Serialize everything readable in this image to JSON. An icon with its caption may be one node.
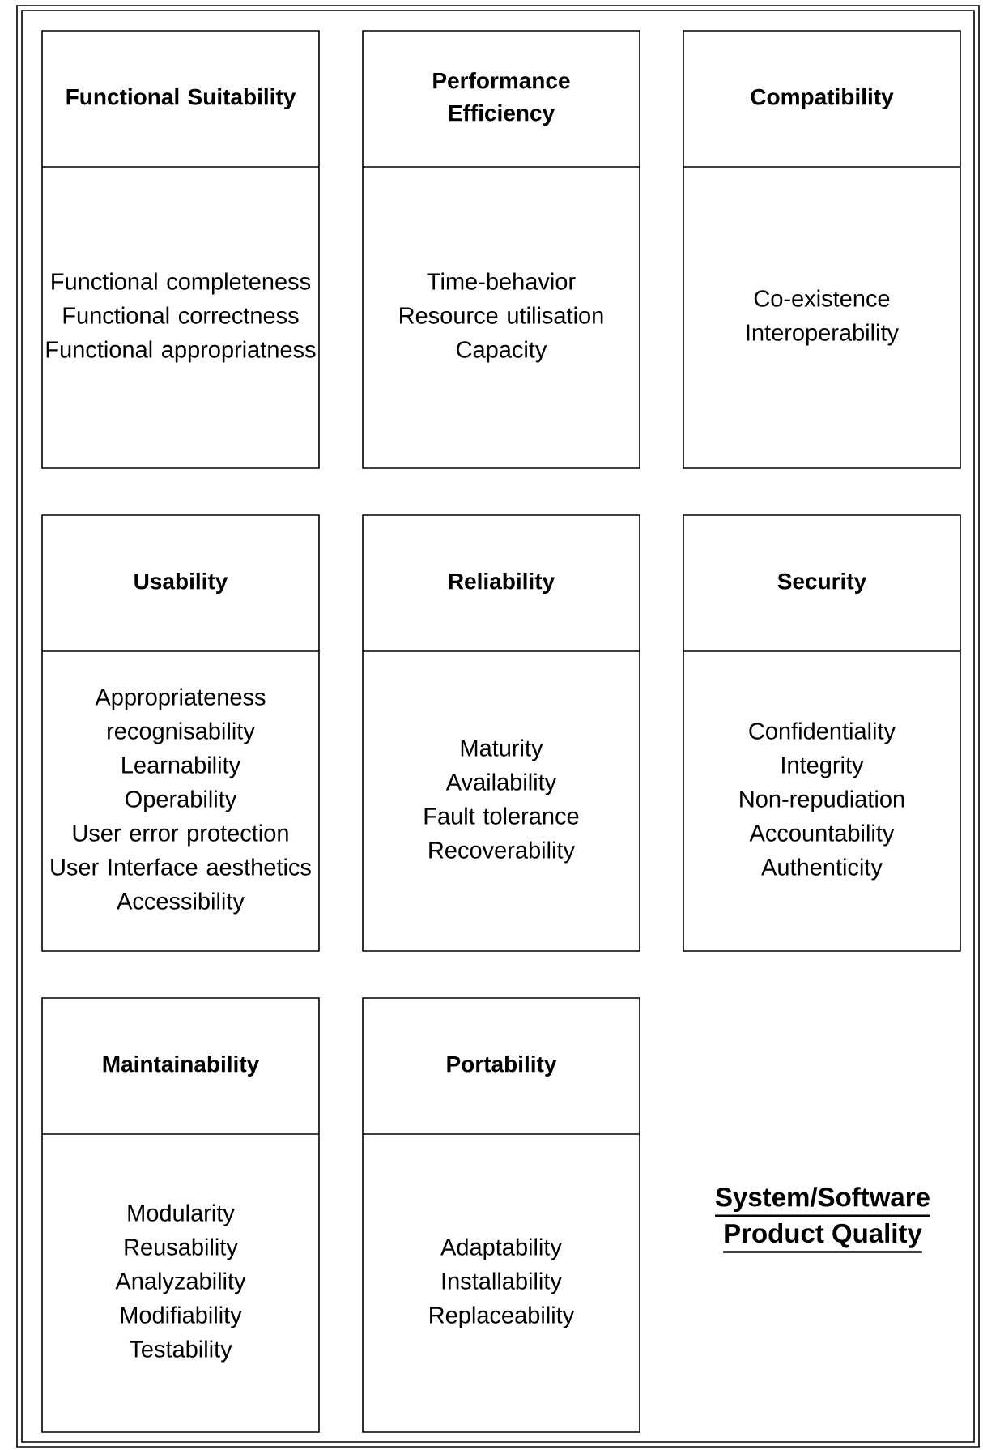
{
  "diagram": {
    "title": "System/Software Product Quality",
    "nodes": [
      {
        "text": [
          "Functional Suitability",
          "Functional completeness",
          "Functional correctness",
          "Functional appropriatness"
        ]
      },
      {
        "text": [
          "Performance Efficiency",
          "Time-behavior",
          "Resource utilisation",
          "Capacity"
        ]
      },
      {
        "text": [
          "Compatibility",
          "Co-existence",
          "Interoperability"
        ]
      },
      {
        "text": [
          "Usability",
          "Appropriateness recognisability",
          "Learnability",
          "Operability",
          "User error protection",
          "User Interface aesthetics",
          "Accessibility"
        ]
      },
      {
        "text": [
          "Reliability",
          "Maturity",
          "Availability",
          "Fault tolerance",
          "Recoverability"
        ]
      },
      {
        "text": [
          "Security",
          "Confidentiality",
          "Integrity",
          "Non-repudiation",
          "Accountability",
          "Authenticity"
        ]
      },
      {
        "text": [
          "Maintainability",
          "Modularity",
          "Reusability",
          "Analyzability",
          "Modifiability",
          "Testability"
        ]
      },
      {
        "text": [
          "Portability",
          "Adaptability",
          "Installability",
          "Replaceability"
        ]
      }
    ]
  }
}
